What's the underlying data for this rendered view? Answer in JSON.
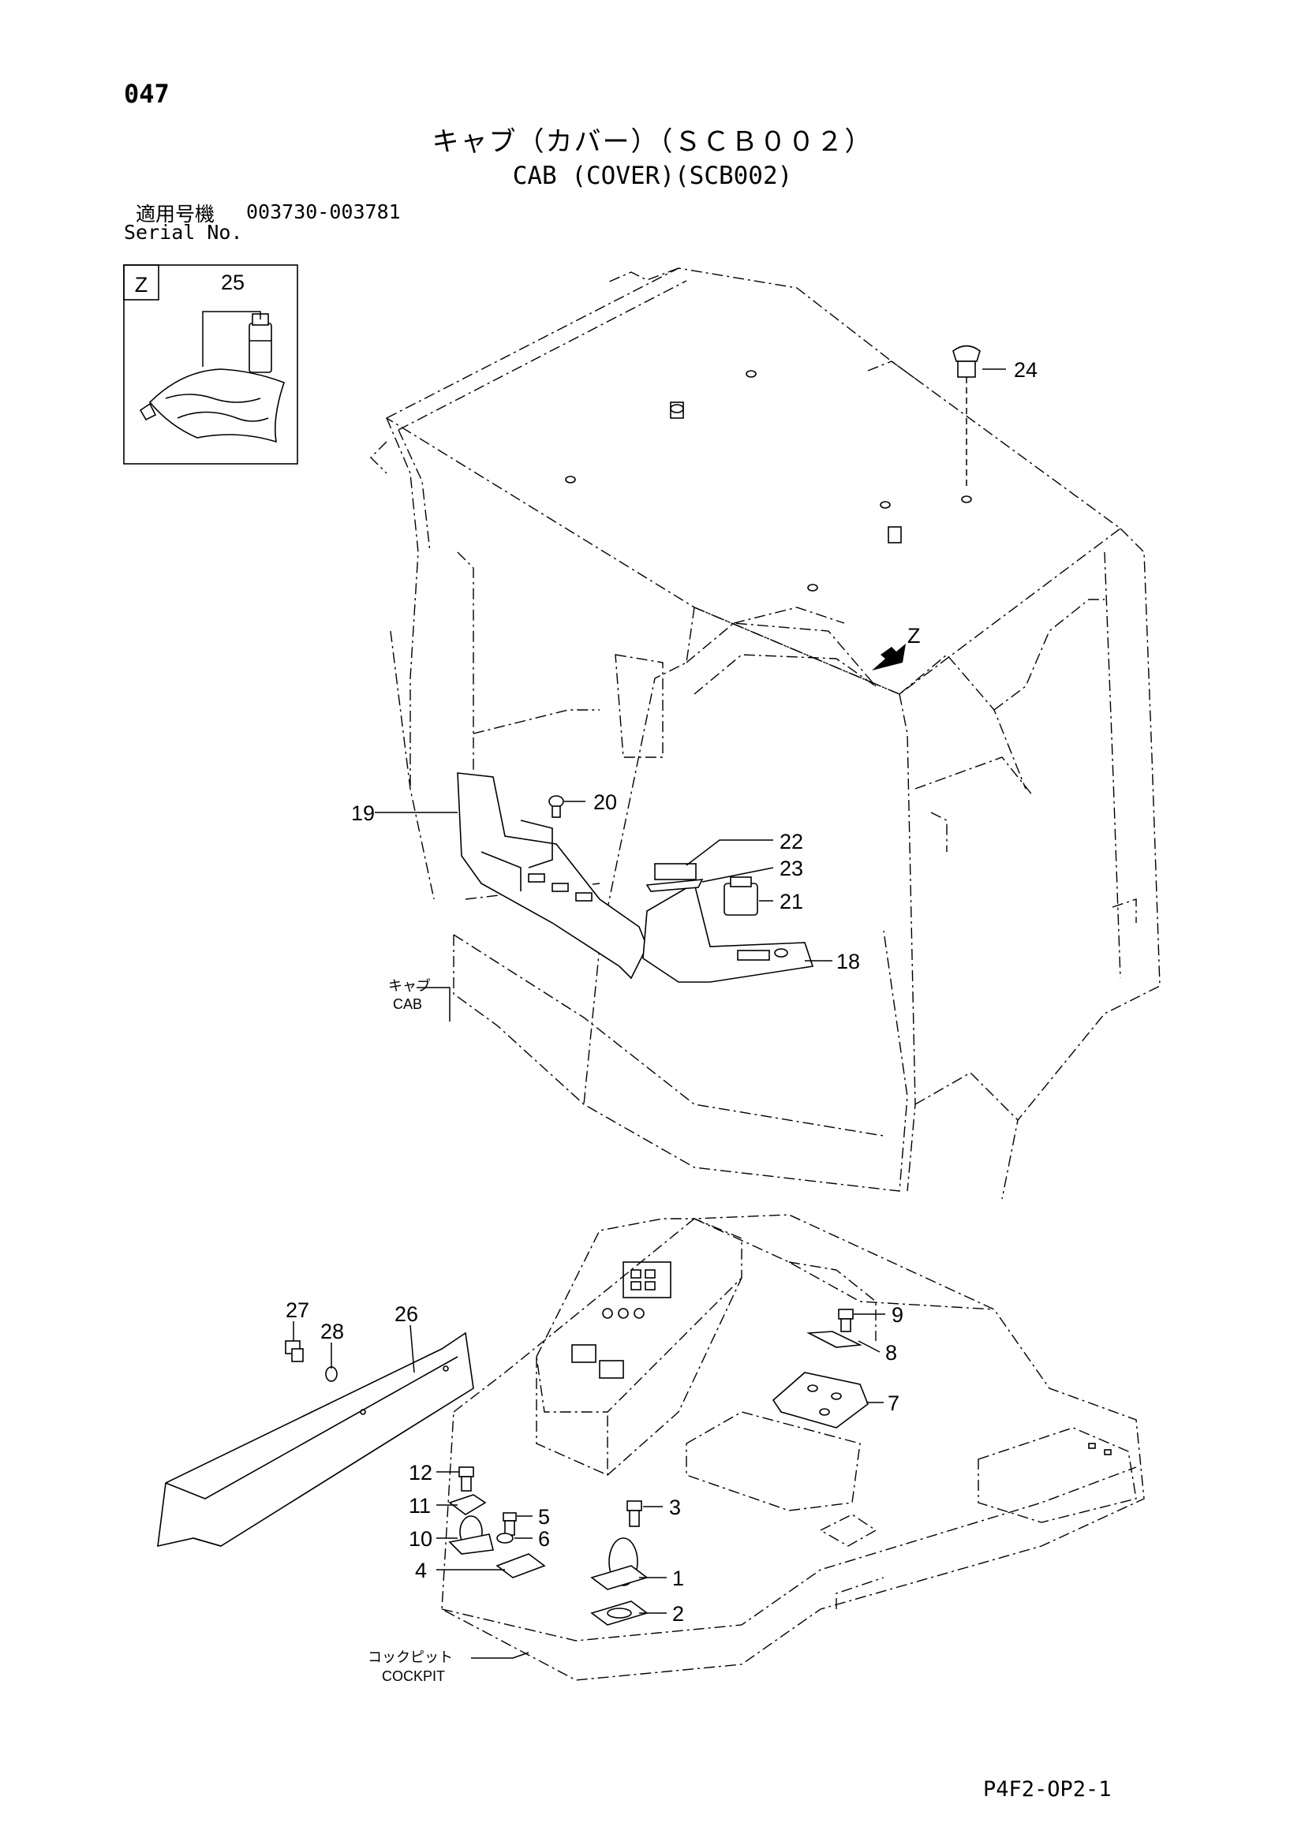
{
  "page_number": "047",
  "title": {
    "japanese": "キャブ（カバー）（ＳＣＢ００２）",
    "english": "CAB (COVER)(SCB002)"
  },
  "serial": {
    "label_jp": "適用号機",
    "range": "003730-003781",
    "label_en": "Serial No."
  },
  "detail_view": {
    "view_label": "Z"
  },
  "view_arrow_label": "Z",
  "assemblies": {
    "cab": {
      "jp": "キャブ",
      "en": "CAB"
    },
    "cockpit": {
      "jp": "コックピット",
      "en": "COCKPIT"
    }
  },
  "callouts": {
    "c1": "1",
    "c2": "2",
    "c3": "3",
    "c4": "4",
    "c5": "5",
    "c6": "6",
    "c7": "7",
    "c8": "8",
    "c9": "9",
    "c10": "10",
    "c11": "11",
    "c12": "12",
    "c18": "18",
    "c19": "19",
    "c20": "20",
    "c21": "21",
    "c22": "22",
    "c23": "23",
    "c24": "24",
    "c25": "25",
    "c26": "26",
    "c27": "27",
    "c28": "28"
  },
  "document_code": "P4F2-OP2-1"
}
